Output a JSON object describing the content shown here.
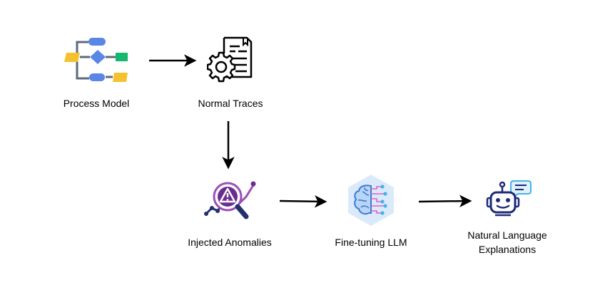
{
  "nodes": {
    "process_model": {
      "label": "Process Model",
      "icon": "flowchart-icon"
    },
    "normal_traces": {
      "label": "Normal Traces",
      "icon": "document-gear-icon"
    },
    "injected_anomalies": {
      "label": "Injected Anomalies",
      "icon": "anomaly-search-icon"
    },
    "fine_tuning_llm": {
      "label": "Fine-tuning LLM",
      "icon": "ai-brain-icon"
    },
    "nl_explanations": {
      "label_line1": "Natural Language",
      "label_line2": "Explanations",
      "icon": "chatbot-icon"
    }
  },
  "edges": [
    {
      "from": "Process Model",
      "to": "Normal Traces"
    },
    {
      "from": "Normal Traces",
      "to": "Injected Anomalies"
    },
    {
      "from": "Injected Anomalies",
      "to": "Fine-tuning LLM"
    },
    {
      "from": "Fine-tuning LLM",
      "to": "Natural Language Explanations"
    }
  ],
  "colors": {
    "flow_blue": "#5a86e6",
    "flow_yellow": "#f5c12e",
    "flow_green": "#14b86e",
    "flow_line": "#5b6b7b",
    "anomaly_purple": "#6a2c91",
    "anomaly_navy": "#23306e",
    "brain_blue": "#3a7bd5",
    "brain_pink": "#e15ec8",
    "bot_navy": "#1f2a78",
    "bot_teal": "#45b3e6"
  }
}
